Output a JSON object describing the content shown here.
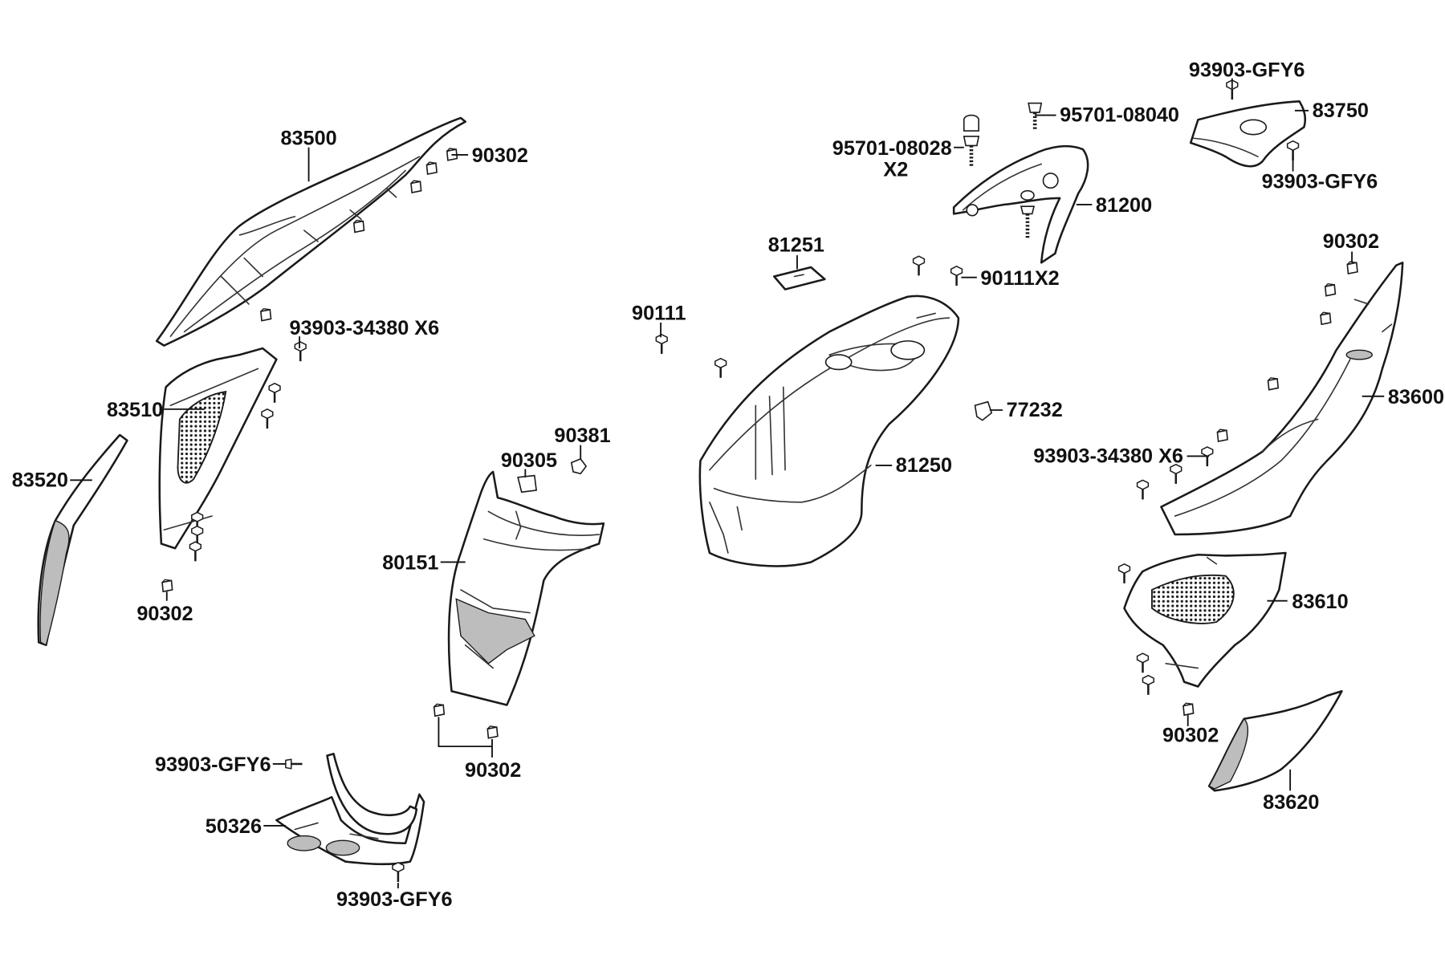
{
  "title": "",
  "labels": {
    "p83500": "83500",
    "p90302_a": "90302",
    "p93903_34380_left": "93903-34380 X6",
    "p83510": "83510",
    "p83520": "83520",
    "p90302_b": "90302",
    "p90381": "90381",
    "p90305": "90305",
    "p80151": "80151",
    "p90302_c": "90302",
    "p93903_gfy6_a": "93903-GFY6",
    "p50326": "50326",
    "p93903_gfy6_b": "93903-GFY6",
    "p90111": "90111",
    "p81251": "81251",
    "p95701_08028": "95701-08028",
    "p95701_08028_qty": "X2",
    "p95701_08040": "95701-08040",
    "p81200": "81200",
    "p90111x2": "90111X2",
    "p77232": "77232",
    "p81250": "81250",
    "p93903_gfy6_c": "93903-GFY6",
    "p83750": "83750",
    "p93903_gfy6_d": "93903-GFY6",
    "p90302_d": "90302",
    "p83600": "83600",
    "p93903_34380_right": "93903-34380 X6",
    "p83610": "83610",
    "p90302_e": "90302",
    "p83620": "83620"
  },
  "icons": {
    "screw": "screw-icon",
    "clip": "clip-nut-icon",
    "bolt": "bolt-icon"
  },
  "colors": {
    "line": "#1a1a1a",
    "shade": "#bdbdbd",
    "background": "#ffffff"
  }
}
